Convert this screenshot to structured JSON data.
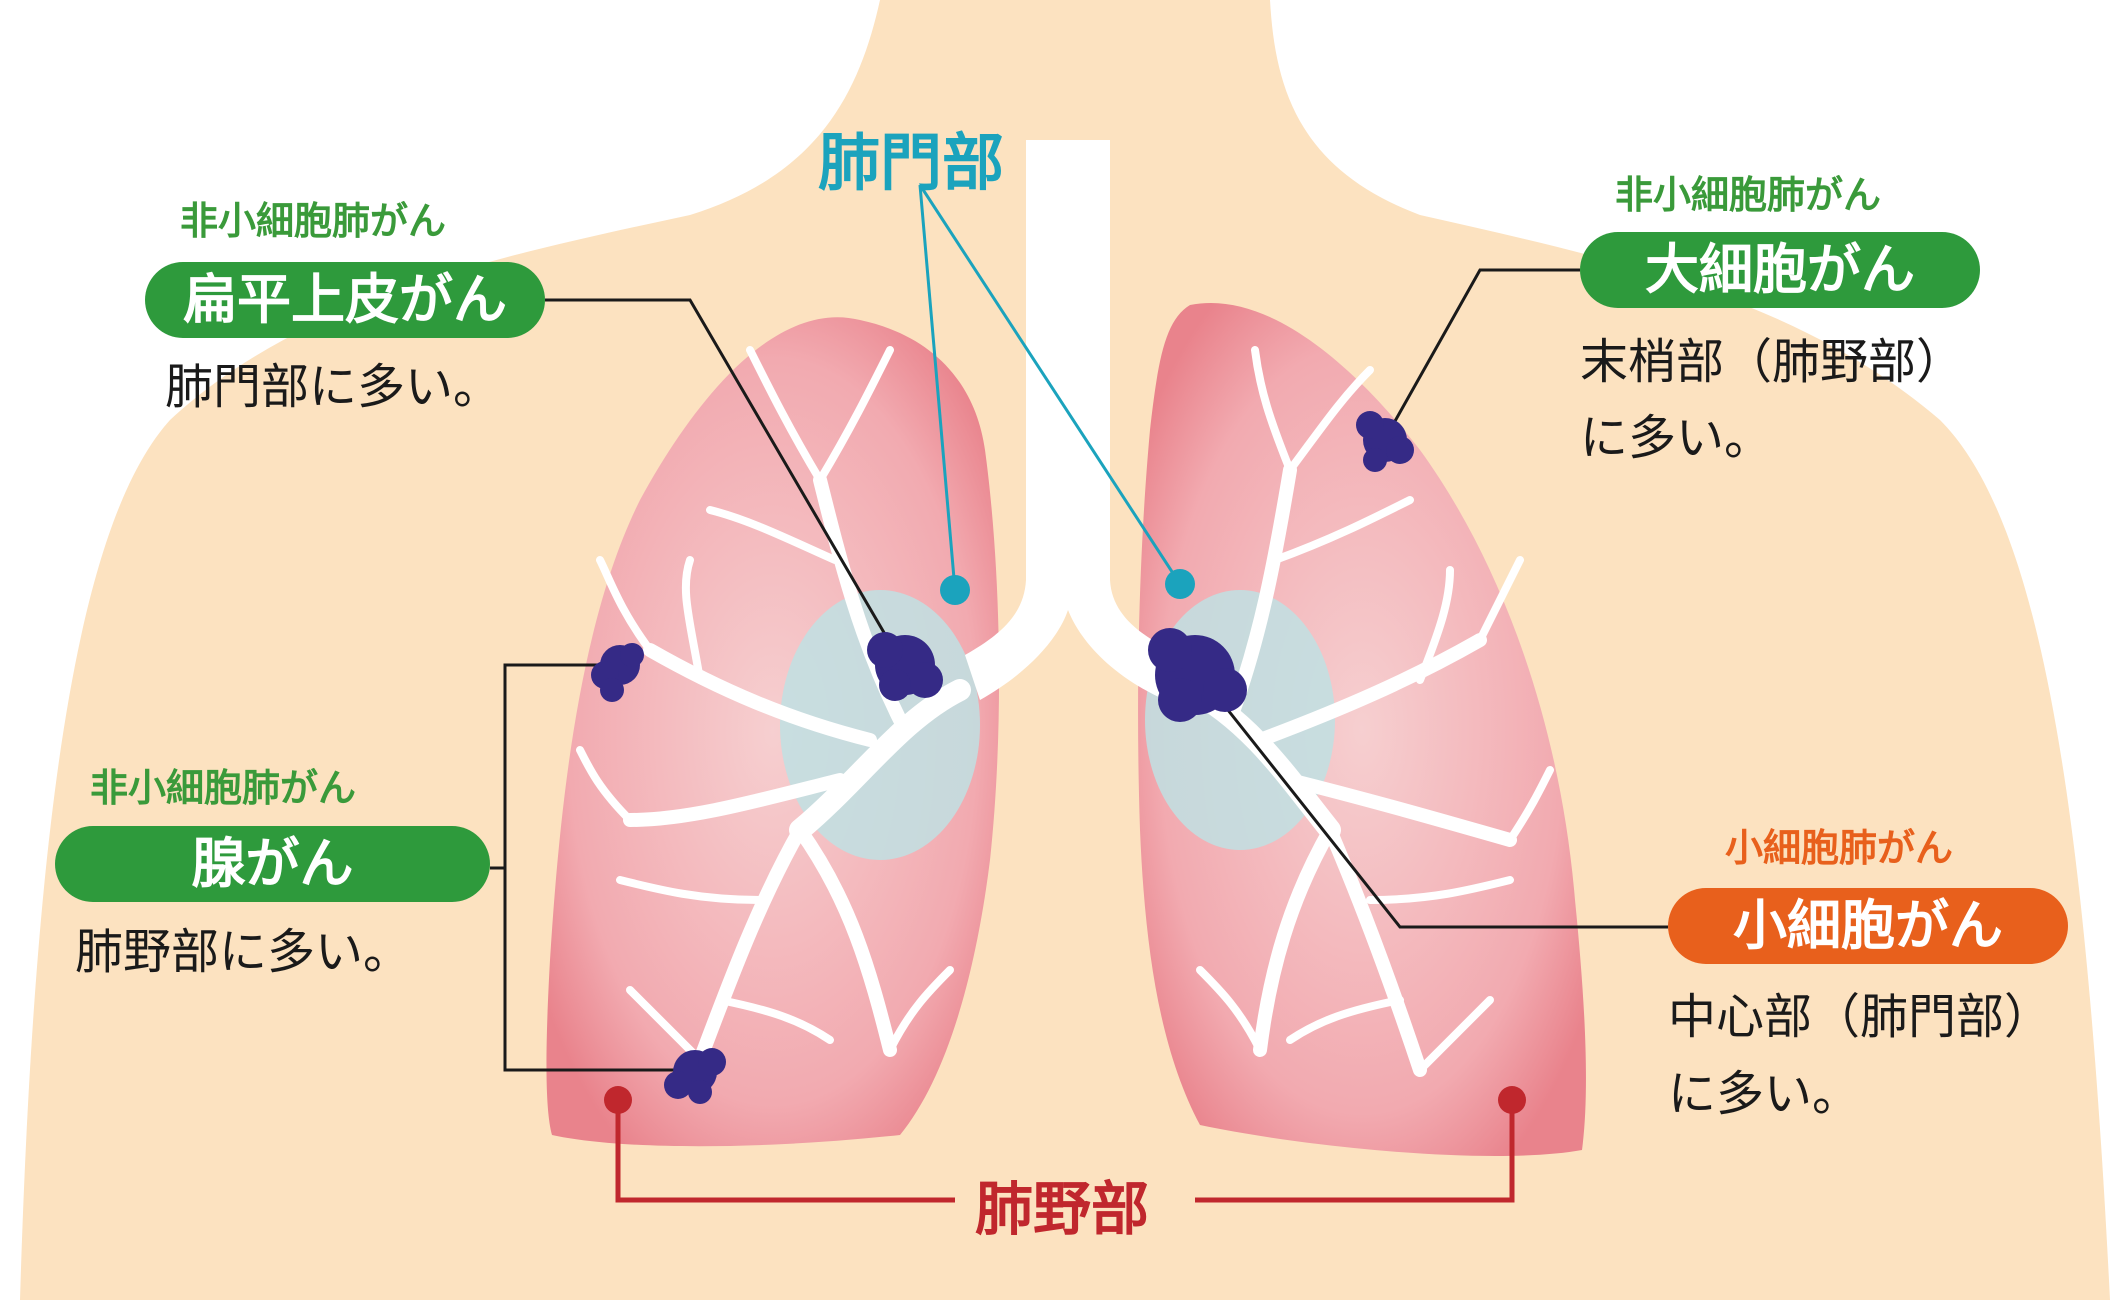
{
  "hilum": {
    "title": "肺門部"
  },
  "periphery": {
    "title": "肺野部"
  },
  "squamous": {
    "category": "非小細胞肺がん",
    "name": "扁平上皮がん",
    "desc": [
      "肺門部に多い。"
    ]
  },
  "large_cell": {
    "category": "非小細胞肺がん",
    "name": "大細胞がん",
    "desc": [
      "末梢部（肺野部）",
      "に多い。"
    ]
  },
  "adeno": {
    "category": "非小細胞肺がん",
    "name": "腺がん",
    "desc": [
      "肺野部に多い。"
    ]
  },
  "small_cell": {
    "category": "小細胞肺がん",
    "name": "小細胞がん",
    "desc": [
      "中心部（肺門部）",
      "に多い。"
    ]
  },
  "colors": {
    "skin": "#fce2c0",
    "lung": "#f2a9ae",
    "hilum_zone": "#bfe0e3",
    "tumor": "#352a86",
    "green": "#2e9a3c",
    "orange": "#e8601c",
    "teal": "#1ba3bd",
    "red": "#c0272d"
  },
  "icons": [
    "tumor-icon",
    "hilum-dot-icon",
    "lung-field-dot-icon"
  ]
}
